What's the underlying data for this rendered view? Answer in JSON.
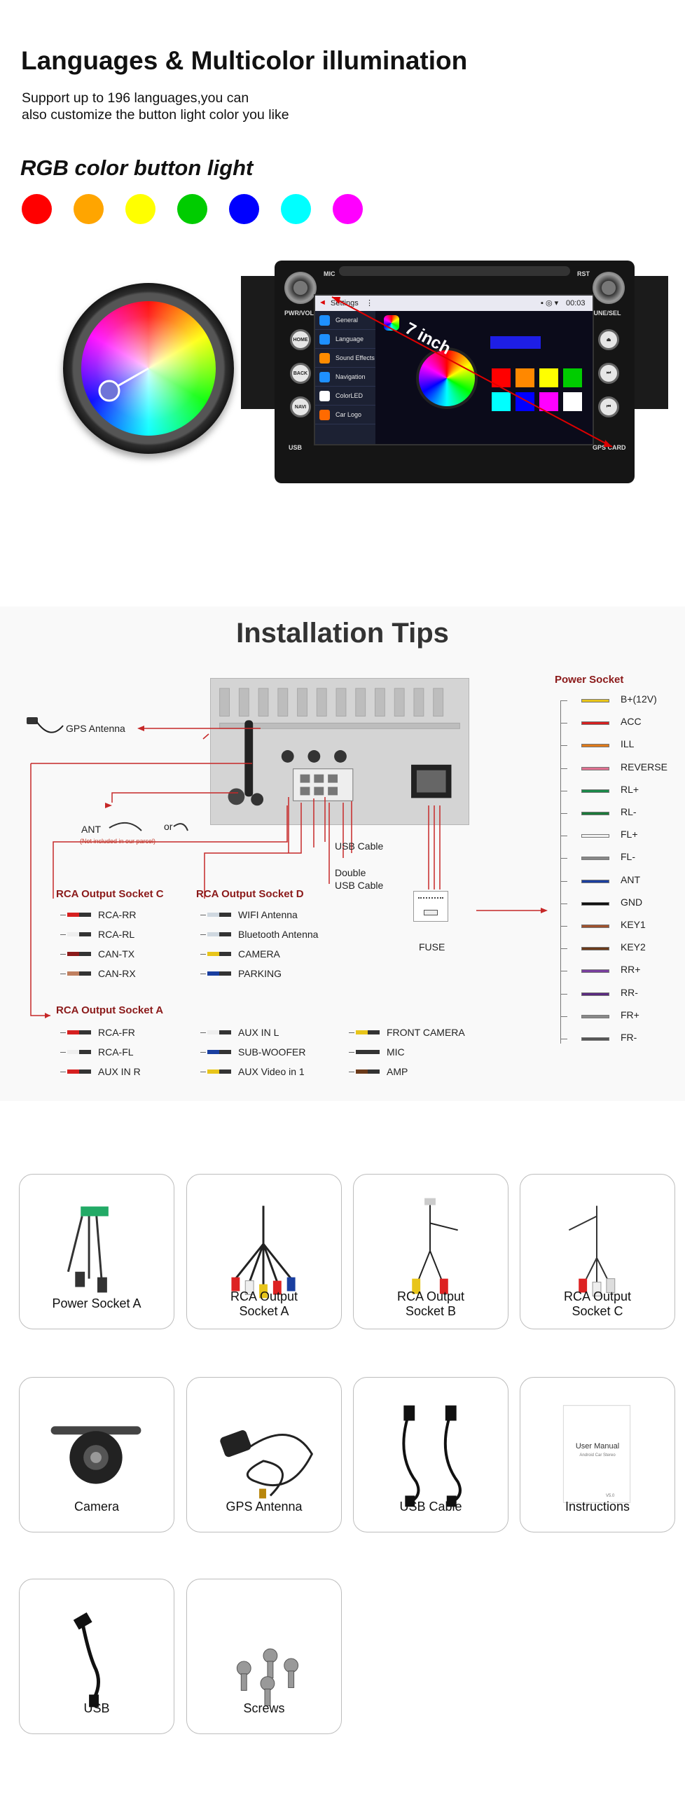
{
  "section1": {
    "title": "Languages & Multicolor illumination",
    "subtitle_line1": "Support up to 196 languages,you can",
    "subtitle_line2": "also customize the button light color you like",
    "rgb_title": "RGB color button light",
    "button_colors": [
      "#ff0000",
      "#ffa500",
      "#ffff00",
      "#00cc00",
      "#0000ff",
      "#00ffff",
      "#ff00ff"
    ]
  },
  "unit": {
    "labels": {
      "mic": "MIC",
      "rst": "RST",
      "pwr_vol": "PWR/VOL",
      "tune_sel": "TUNE/SEL",
      "home": "HOME",
      "back": "BACK",
      "navi": "NAVI",
      "usb": "USB",
      "gps_card": "GPS CARD",
      "size": "7 inch"
    },
    "screen": {
      "settings_title": "Settings",
      "time": "00:03",
      "menu": [
        "General",
        "Language",
        "Sound Effects",
        "Navigation",
        "ColorLED",
        "Car Logo"
      ],
      "menu_icon_colors": [
        "#1e90ff",
        "#1e90ff",
        "#ff8c00",
        "#1e90ff",
        "#ffffff",
        "#ff6a00"
      ],
      "swatch_colors": [
        "#ff0000",
        "#ff8800",
        "#ffff00",
        "#00cc00",
        "#00ffff",
        "#0000ff",
        "#ff00ff",
        "#ffffff"
      ]
    }
  },
  "tips": {
    "title": "Installation Tips",
    "gps_antenna": "GPS Antenna",
    "ant": "ANT",
    "or": "or",
    "not_included": "(Not included in our parcel)",
    "usb_cable": "USB Cable",
    "double_usb_line1": "Double",
    "double_usb_line2": "USB Cable",
    "fuse": "FUSE",
    "rca_c_title": "RCA Output Socket C",
    "rca_c_items": [
      "RCA-RR",
      "RCA-RL",
      "CAN-TX",
      "CAN-RX"
    ],
    "rca_d_title": "RCA Output Socket D",
    "rca_d_items": [
      "WIFI Antenna",
      "Bluetooth Antenna",
      "CAMERA",
      "PARKING"
    ],
    "rca_a_title": "RCA Output Socket A",
    "rca_a_items": [
      "RCA-FR",
      "RCA-FL",
      "AUX IN R"
    ],
    "rca_b_items": [
      "AUX IN L",
      "SUB-WOOFER",
      "AUX Video in 1"
    ],
    "rca_e_items": [
      "FRONT CAMERA",
      "MIC",
      "AMP"
    ],
    "power_title": "Power Socket",
    "power_items": [
      "B+(12V)",
      "ACC",
      "ILL",
      "REVERSE",
      "RL+",
      "RL-",
      "FL+",
      "FL-",
      "ANT",
      "GND",
      "KEY1",
      "KEY2",
      "RR+",
      "RR-",
      "FR+",
      "FR-"
    ],
    "power_colors": [
      "#e8c51a",
      "#d62020",
      "#e07b1a",
      "#e07090",
      "#1a8a4a",
      "#1a7a3a",
      "#f4f4f4",
      "#888888",
      "#1a3fa0",
      "#111111",
      "#a0522d",
      "#6b3a1a",
      "#7a3fa0",
      "#5a2a80",
      "#8a8a8a",
      "#555555"
    ]
  },
  "accessories": {
    "items": [
      "Power Socket A",
      "RCA Output Socket A",
      "RCA Output Socket B",
      "RCA Output Socket C",
      "Camera",
      "GPS Antenna",
      "USB Cable",
      "Instructions",
      "USB",
      "Screws"
    ],
    "rca_a_lines": [
      "RCA Output",
      "Socket A"
    ],
    "rca_b_lines": [
      "RCA Output",
      "Socket B"
    ],
    "rca_c_lines": [
      "RCA Output",
      "Socket C"
    ],
    "manual_title": "User Manual",
    "manual_sub": "Android Car Stereo",
    "manual_ver": "V5.0"
  }
}
